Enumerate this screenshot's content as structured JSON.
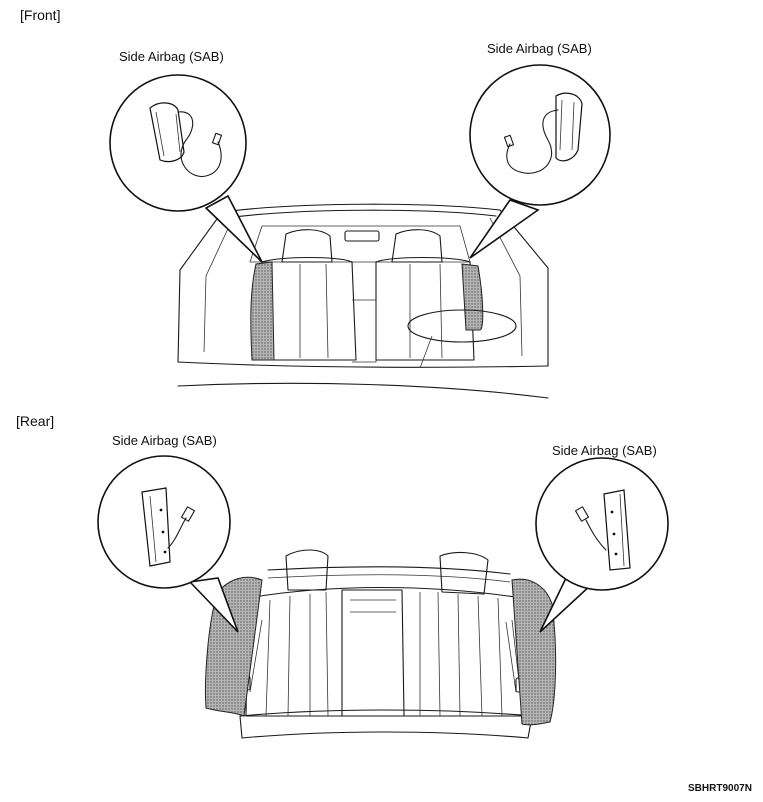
{
  "sections": {
    "front": {
      "title": "[Front]",
      "label_left": "Side Airbag (SAB)",
      "label_right": "Side Airbag (SAB)"
    },
    "rear": {
      "title": "[Rear]",
      "label_left": "Side Airbag (SAB)",
      "label_right": "Side Airbag (SAB)"
    }
  },
  "figure_code": "SBHRT9007N",
  "colors": {
    "line": "#1a1a1a",
    "shading": "#8a8a8a",
    "background": "#ffffff"
  }
}
